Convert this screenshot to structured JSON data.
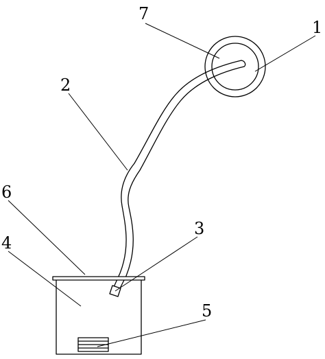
{
  "labels": {
    "ref_1": "1",
    "ref_2": "2",
    "ref_3": "3",
    "ref_4": "4",
    "ref_5": "5",
    "ref_6": "6",
    "ref_7": "7"
  }
}
